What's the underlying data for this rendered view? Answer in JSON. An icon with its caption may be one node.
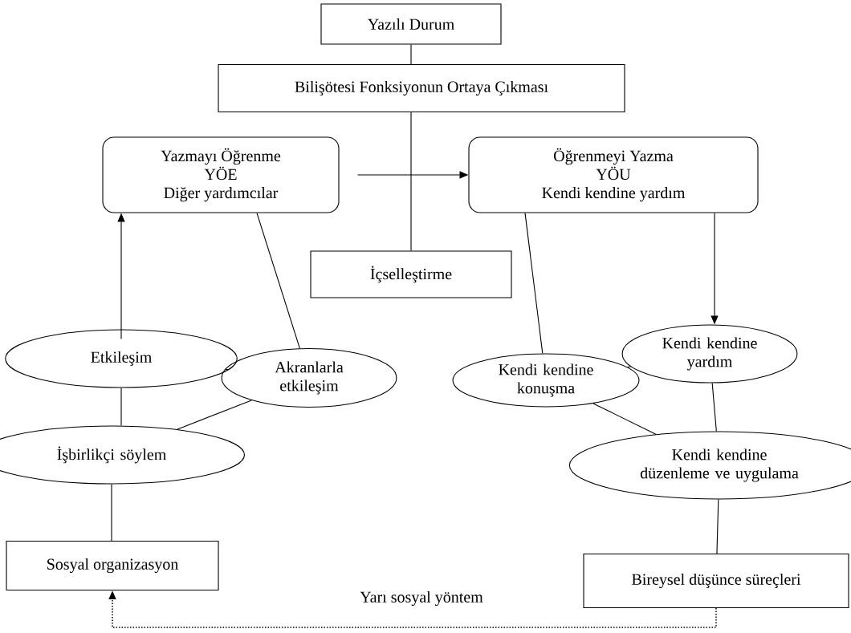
{
  "diagram": {
    "nodes": [
      {
        "text": [
          "Yazılı Durum"
        ]
      },
      {
        "text": [
          "Bilişötesi Fonksiyonun Ortaya Çıkması"
        ]
      },
      {
        "text": [
          "Yazmayı Öğrenme",
          "YÖE",
          "Diğer yardımcılar"
        ]
      },
      {
        "text": [
          "Öğrenmeyi Yazma",
          "YÖU",
          "Kendi kendine yardım"
        ]
      },
      {
        "text": [
          "İçselleştirme"
        ]
      },
      {
        "text": [
          "Etkileşim"
        ]
      },
      {
        "text": [
          "Akranlarla etkileşim"
        ]
      },
      {
        "text": [
          "İşbirlikçi söylem"
        ]
      },
      {
        "text": [
          "Kendi kendine konuşma"
        ]
      },
      {
        "text": [
          "Kendi kendine yardım"
        ]
      },
      {
        "text": [
          "Kendi kendine düzenleme ve uygulama"
        ]
      },
      {
        "text": [
          "Sosyal organizasyon"
        ]
      },
      {
        "text": [
          "Bireysel düşünce süreçleri"
        ]
      }
    ],
    "edges": [
      {
        "from": 0,
        "to": 1,
        "arrow": "none"
      },
      {
        "from": 1,
        "to": 4,
        "arrow": "none"
      },
      {
        "from": 2,
        "to": 3,
        "arrow": "to"
      },
      {
        "from": 5,
        "to": 2,
        "arrow": "to"
      },
      {
        "from": 2,
        "to": 6,
        "arrow": "none"
      },
      {
        "from": 5,
        "to": 6,
        "arrow": "none"
      },
      {
        "from": 5,
        "to": 7,
        "arrow": "none"
      },
      {
        "from": 7,
        "to": 6,
        "arrow": "none"
      },
      {
        "from": 7,
        "to": 11,
        "arrow": "none"
      },
      {
        "from": 3,
        "to": 8,
        "arrow": "none"
      },
      {
        "from": 3,
        "to": 9,
        "arrow": "to"
      },
      {
        "from": 8,
        "to": 9,
        "arrow": "none"
      },
      {
        "from": 9,
        "to": 10,
        "arrow": "none"
      },
      {
        "from": 8,
        "to": 10,
        "arrow": "none"
      },
      {
        "from": 10,
        "to": 12,
        "arrow": "none"
      },
      {
        "from": 12,
        "to": 11,
        "arrow": "to",
        "style": "dashed",
        "label": "Yarı sosyal yöntem"
      }
    ]
  }
}
